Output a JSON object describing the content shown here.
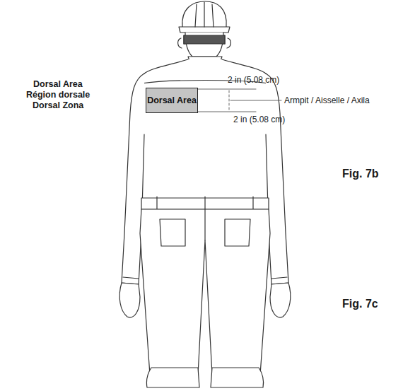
{
  "diagram": {
    "nodes": [
      {
        "text": [
          "Dorsal Area"
        ]
      }
    ],
    "labels": [
      "Dorsal Area",
      "Région dorsale",
      "Dorsal Zona",
      "2 in (5.08 cm)",
      "Armpit / Aisselle / Axila",
      "2 in (5.08 cm)",
      "Fig. 7b",
      "Fig. 7c"
    ]
  }
}
